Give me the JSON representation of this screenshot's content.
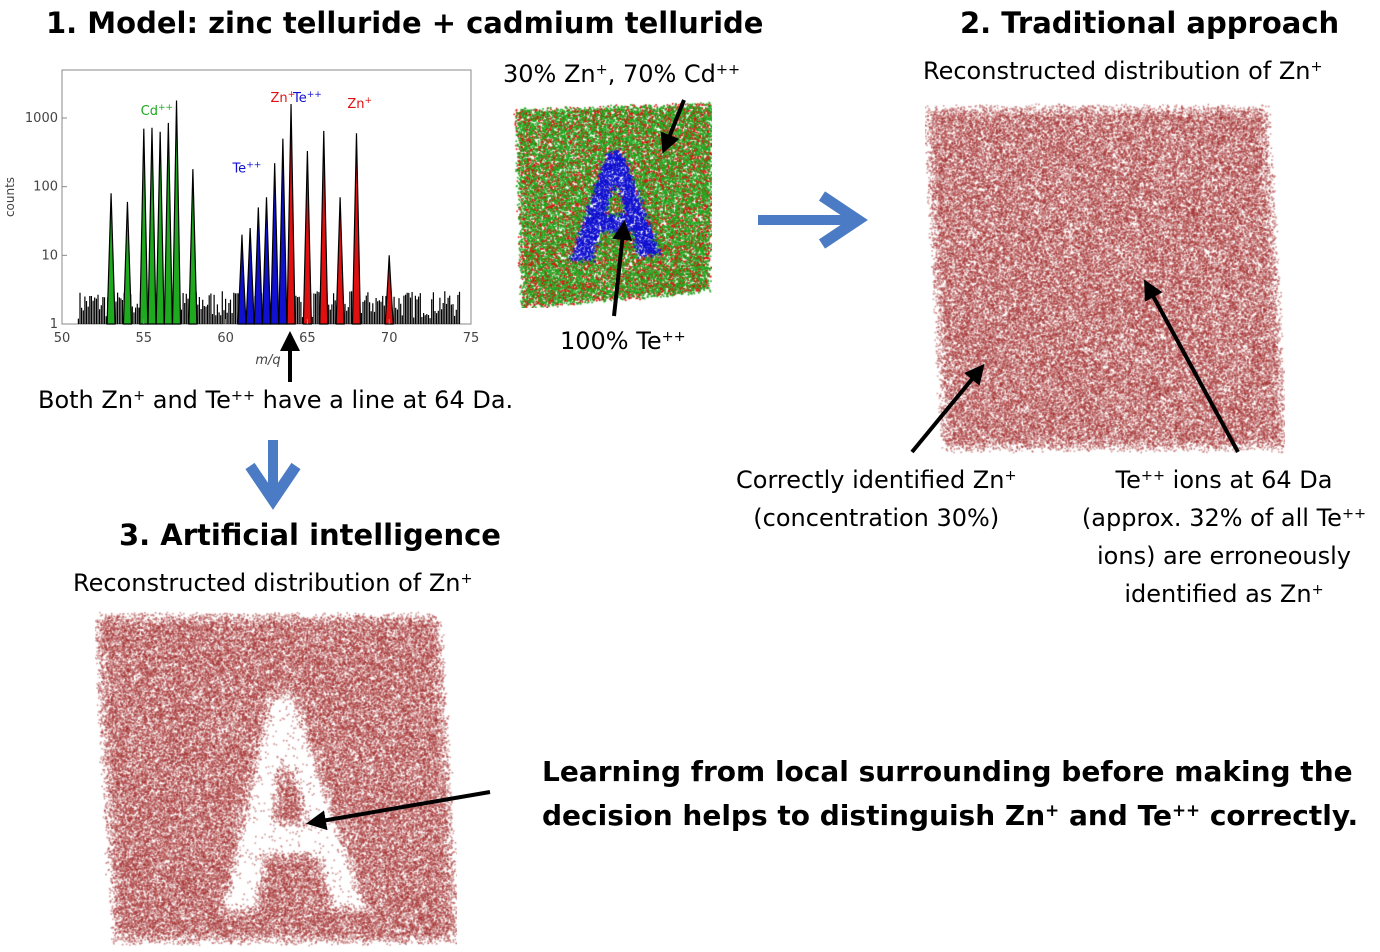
{
  "section1": {
    "title": "1. Model: zinc telluride + cadmium telluride",
    "composition": {
      "a": "30% Zn",
      "a_sup": "+",
      "b": ", 70% Cd",
      "b_sup": "++"
    },
    "te_label": {
      "a": "100% Te",
      "a_sup": "++"
    },
    "line_note": {
      "a": "Both Zn",
      "a_sup": "+",
      "b": " and Te",
      "b_sup": "++",
      "c": " have a line at 64 Da."
    }
  },
  "section2": {
    "title": "2. Traditional approach",
    "subtitle": {
      "a": "Reconstructed distribution of Zn",
      "a_sup": "+"
    },
    "note_left": {
      "l1a": "Correctly identified Zn",
      "l1sup": "+",
      "l2": "(concentration 30%)"
    },
    "note_right": {
      "l1a": "Te",
      "l1sup": "++",
      "l1b": " ions at 64 Da",
      "l2a": "(approx. 32% of all Te",
      "l2sup": "++",
      "l3": "ions) are erroneously",
      "l4a": "identified as Zn",
      "l4sup": "+"
    }
  },
  "section3": {
    "title": "3. Artificial intelligence",
    "subtitle": {
      "a": "Reconstructed distribution of Zn",
      "a_sup": "+"
    },
    "conclusion": {
      "l1": "Learning from local surrounding before making the",
      "l2a": "decision helps to distinguish Zn",
      "l2sup": "+",
      "l2b": " and Te",
      "l2sup2": "++",
      "l2c": " correctly."
    }
  },
  "colors": {
    "cd": "#1ea91e",
    "zn": "#e01010",
    "te": "#1010d0",
    "baseline": "#000000",
    "recon": "#9e2a2a",
    "arrow": "#4a7bc4"
  },
  "chart_data": {
    "type": "line",
    "xlabel": "m/q",
    "ylabel": "counts",
    "xlim": [
      50,
      75
    ],
    "ylim": [
      1,
      5000
    ],
    "y_scale": "log",
    "xticks": [
      50,
      55,
      60,
      65,
      70,
      75
    ],
    "yticks": [
      {
        "v": 1,
        "label": "1"
      },
      {
        "v": 10,
        "label": "10"
      },
      {
        "v": 100,
        "label": "100"
      },
      {
        "v": 1000,
        "label": "1000"
      }
    ],
    "background_counts": 2,
    "species_labels": [
      {
        "name": "Cd",
        "sup": "++",
        "color": "cd",
        "x": 55.8,
        "y": 1100
      },
      {
        "name": "Te",
        "sup": "++",
        "color": "te",
        "x": 61.3,
        "y": 160
      },
      {
        "name": "Zn",
        "sup": "+",
        "color": "zn",
        "x": 63.5,
        "y": 1700
      },
      {
        "name": "Te",
        "sup": "++",
        "color": "te",
        "x": 65.0,
        "y": 1700
      },
      {
        "name": "Zn",
        "sup": "+",
        "color": "zn",
        "x": 68.2,
        "y": 1400
      }
    ],
    "series": [
      {
        "name": "Cd",
        "color": "cd",
        "peaks": [
          [
            53,
            80
          ],
          [
            54,
            60
          ],
          [
            55,
            700
          ],
          [
            55.5,
            720
          ],
          [
            56,
            630
          ],
          [
            56.5,
            850
          ],
          [
            57,
            1800
          ],
          [
            58,
            180
          ]
        ]
      },
      {
        "name": "Te",
        "color": "te",
        "peaks": [
          [
            61,
            20
          ],
          [
            61.5,
            25
          ],
          [
            62,
            50
          ],
          [
            62.5,
            70
          ],
          [
            63,
            220
          ],
          [
            63.5,
            500
          ]
        ]
      },
      {
        "name": "Zn",
        "color": "zn",
        "peaks": [
          [
            64,
            1600
          ],
          [
            65,
            330
          ],
          [
            66,
            650
          ],
          [
            67,
            70
          ],
          [
            68,
            600
          ],
          [
            70,
            10
          ]
        ]
      }
    ]
  }
}
